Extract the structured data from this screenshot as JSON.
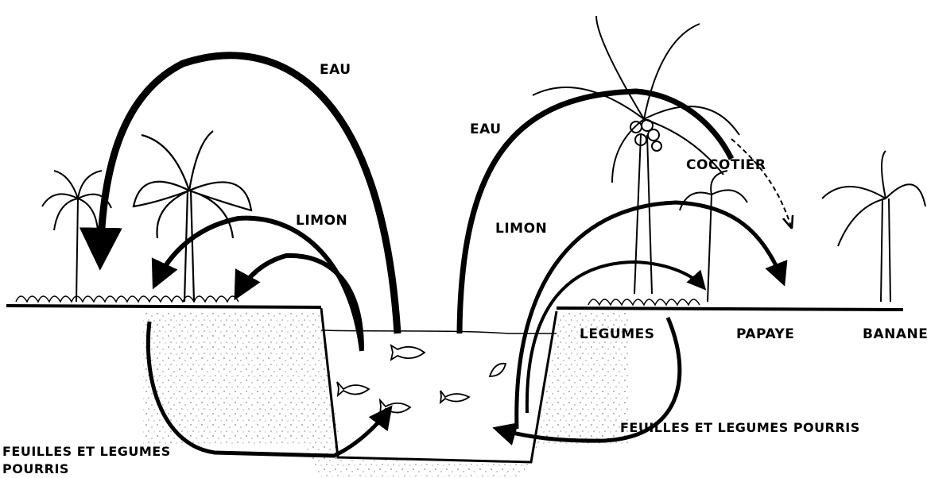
{
  "labels": {
    "eau_left": "EAU",
    "eau_right": "EAU",
    "limon_left": "LIMON",
    "limon_right": "LIMON",
    "cocotier": "COCOTIER",
    "legumes": "LEGUMES",
    "papaye": "PAPAYE",
    "banane": "BANANE",
    "feuilles_right": "FEUILLES ET LEGUMES POURRIS",
    "feuilles_left": "FEUILLES ET LEGUMES POURRIS"
  },
  "colors": {
    "ink": "#000000",
    "background": "#ffffff"
  }
}
